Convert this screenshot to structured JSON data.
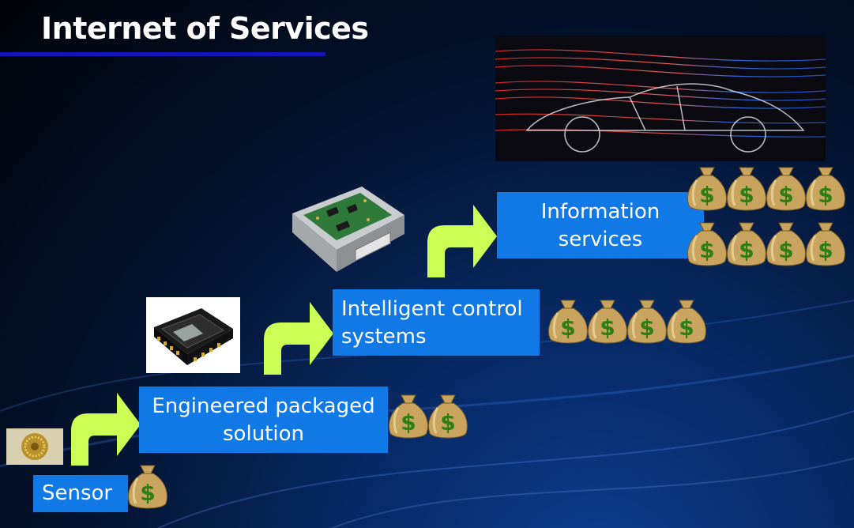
{
  "title": "Internet of Services",
  "stages": {
    "sensor": {
      "lines": [
        "Sensor"
      ],
      "bags": 1
    },
    "packaged": {
      "lines": [
        "Engineered packaged",
        "solution"
      ],
      "bags": 2
    },
    "control": {
      "lines": [
        "Intelligent control",
        "systems"
      ],
      "bags": 4
    },
    "info": {
      "lines": [
        "Information",
        "services"
      ],
      "bags": 8
    }
  },
  "bag_symbol": "$",
  "colors": {
    "box": "#1079e6",
    "arrow": "#ccff55",
    "title_bar": "#1414b8",
    "bag": "#c8a45e",
    "dollar": "#2e7d17"
  }
}
